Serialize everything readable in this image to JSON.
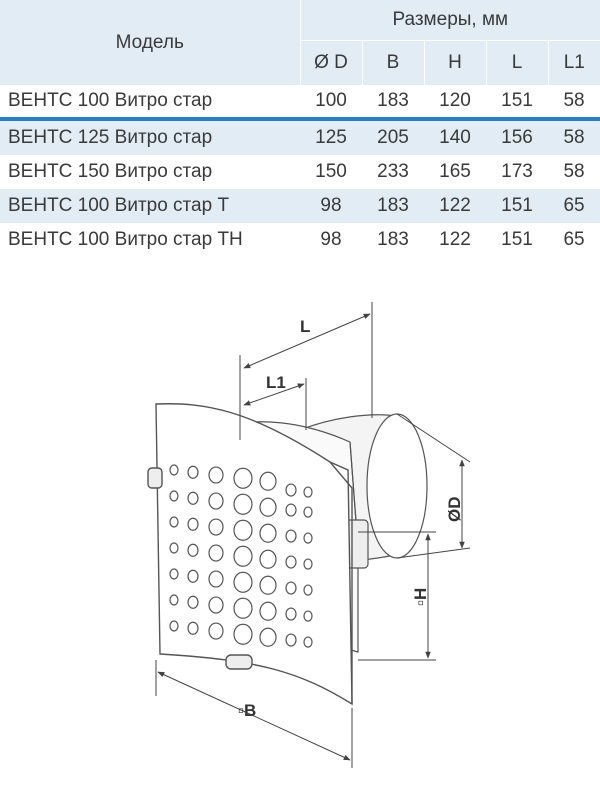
{
  "table": {
    "model_header": "Модель",
    "dims_header": "Размеры, мм",
    "columns": [
      "Ø D",
      "B",
      "H",
      "L",
      "L1"
    ],
    "rows": [
      {
        "model": "ВЕНТС 100 Витро стар",
        "values": [
          "100",
          "183",
          "120",
          "151",
          "58"
        ]
      },
      {
        "model": "ВЕНТС 125 Витро стар",
        "values": [
          "125",
          "205",
          "140",
          "156",
          "58"
        ]
      },
      {
        "model": "ВЕНТС 150 Витро стар",
        "values": [
          "150",
          "233",
          "165",
          "173",
          "58"
        ]
      },
      {
        "model": "ВЕНТС 100 Витро стар Т",
        "values": [
          "98",
          "183",
          "122",
          "151",
          "65"
        ]
      },
      {
        "model": "ВЕНТС 100 Витро стар ТН",
        "values": [
          "98",
          "183",
          "122",
          "151",
          "65"
        ]
      }
    ]
  },
  "diagram": {
    "labels": {
      "L": "L",
      "L1": "L1",
      "D": "ØD",
      "H": "▫H",
      "B": "▫B"
    }
  }
}
